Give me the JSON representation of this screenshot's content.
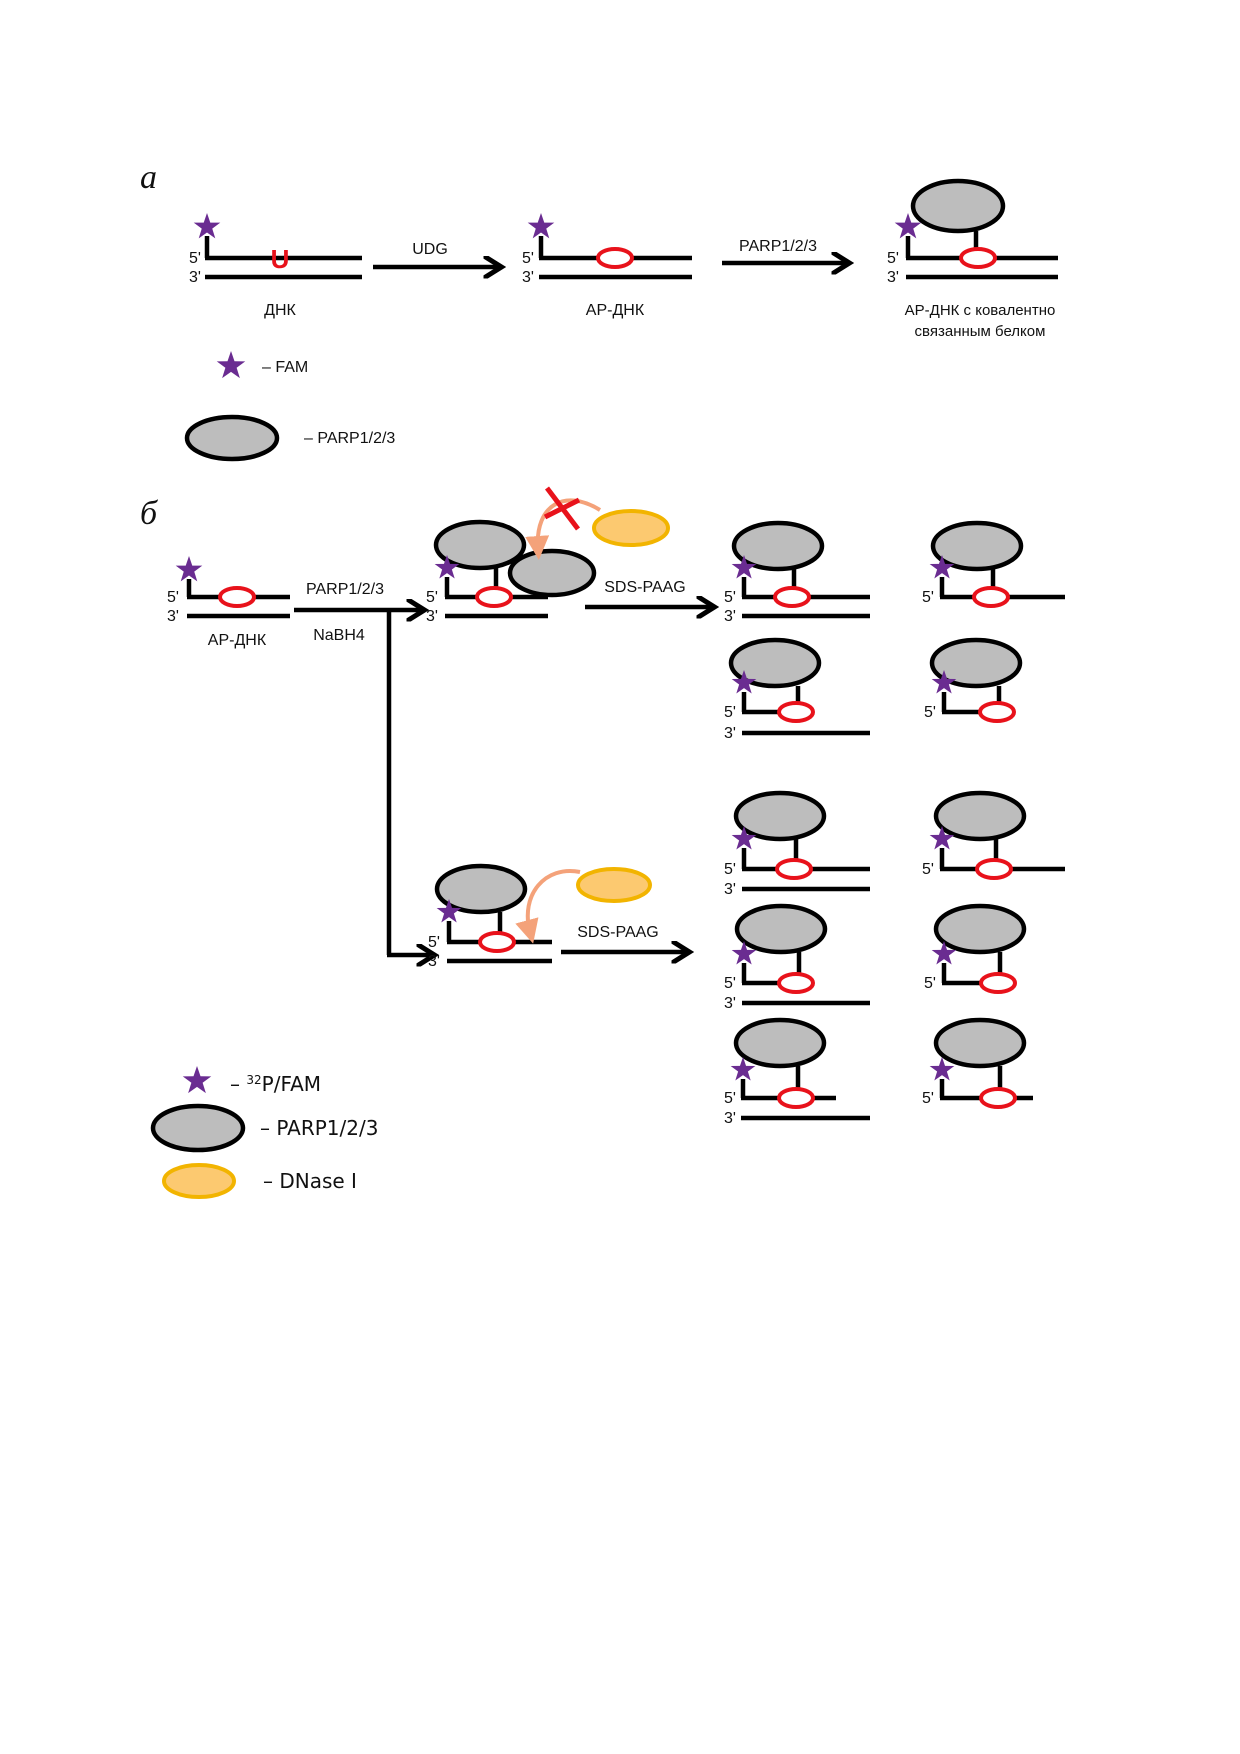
{
  "panel_a": {
    "label": "а",
    "end5": "5'",
    "end3": "3'",
    "uracil": "U",
    "step1": "UDG",
    "step2": "PARP1/2/3",
    "cap_dna": "ДНК",
    "cap_ap": "АР-ДНК",
    "cap_cov1": "АР-ДНК с ковалентно",
    "cap_cov2": "связанным белком",
    "legend_fam": "– FAM",
    "legend_parp": "– PARP1/2/3"
  },
  "panel_b": {
    "label": "б",
    "end5": "5'",
    "end3": "3'",
    "cap_ap": "АР-ДНК",
    "step_parp": "PARP1/2/3",
    "step_nabh4": "NaBH4",
    "sds1": "SDS-PAAG",
    "sds2": "SDS-PAAG",
    "legend_label_dash": "– ",
    "legend_label_sup": "32",
    "legend_label_rest": "P/FAM",
    "legend_parp": "– PARP1/2/3",
    "legend_dnase": "– DNase I"
  },
  "colors": {
    "fam_star": "#6a2c91",
    "ap_site": "#e8121b",
    "parp": "#bdbdbd",
    "dnase_fill": "#fcc970",
    "dnase_stroke": "#f2b400",
    "block_cross": "#e8121b",
    "dnase_arrow": "#f4a27a"
  }
}
